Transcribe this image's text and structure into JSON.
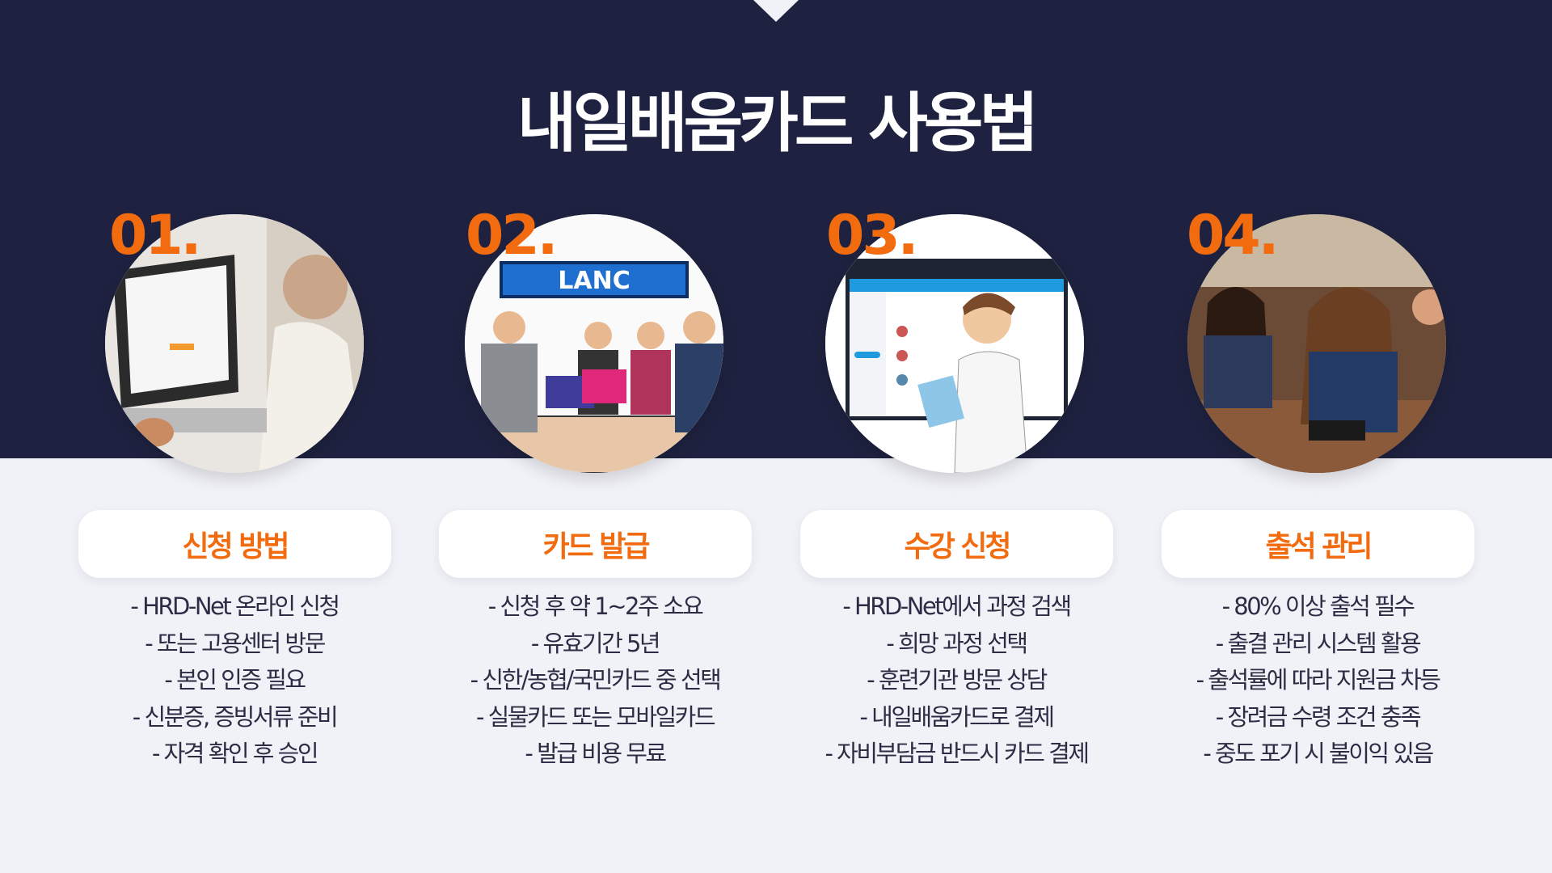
{
  "title": "내일배움카드 사용법",
  "colors": {
    "navy": "#1e2240",
    "orange": "#f26b0f",
    "background": "#f1f2f8"
  },
  "steps": [
    {
      "number": "01.",
      "heading": "신청 방법",
      "image": "laptop-email-marketing",
      "items": [
        "- HRD-Net 온라인 신청",
        "- 또는 고용센터 방문",
        "- 본인 인증 필요",
        "- 신분증, 증빙서류 준비",
        "- 자격 확인 후 승인"
      ]
    },
    {
      "number": "02.",
      "heading": "카드 발급",
      "image": "card-issuance-counter",
      "sign": "LANC",
      "items": [
        "- 신청 후 약 1~2주 소요",
        "- 유효기간 5년",
        "- 신한/농협/국민카드 중 선택",
        "- 실물카드 또는 모바일카드",
        "- 발급 비용 무료"
      ]
    },
    {
      "number": "03.",
      "heading": "수강 신청",
      "image": "hrd-net-course-search",
      "items": [
        "- HRD-Net에서 과정 검색",
        "- 희망 과정 선택",
        "- 훈련기관 방문 상담",
        "- 내일배움카드로 결제",
        "- 자비부담금 반드시 카드 결제"
      ]
    },
    {
      "number": "04.",
      "heading": "출석 관리",
      "image": "students-in-classroom",
      "items": [
        "- 80% 이상 출석 필수",
        "- 출결 관리 시스템 활용",
        "- 출석률에 따라 지원금 차등",
        "- 장려금 수령 조건 충족",
        "- 중도 포기 시 불이익 있음"
      ]
    }
  ]
}
